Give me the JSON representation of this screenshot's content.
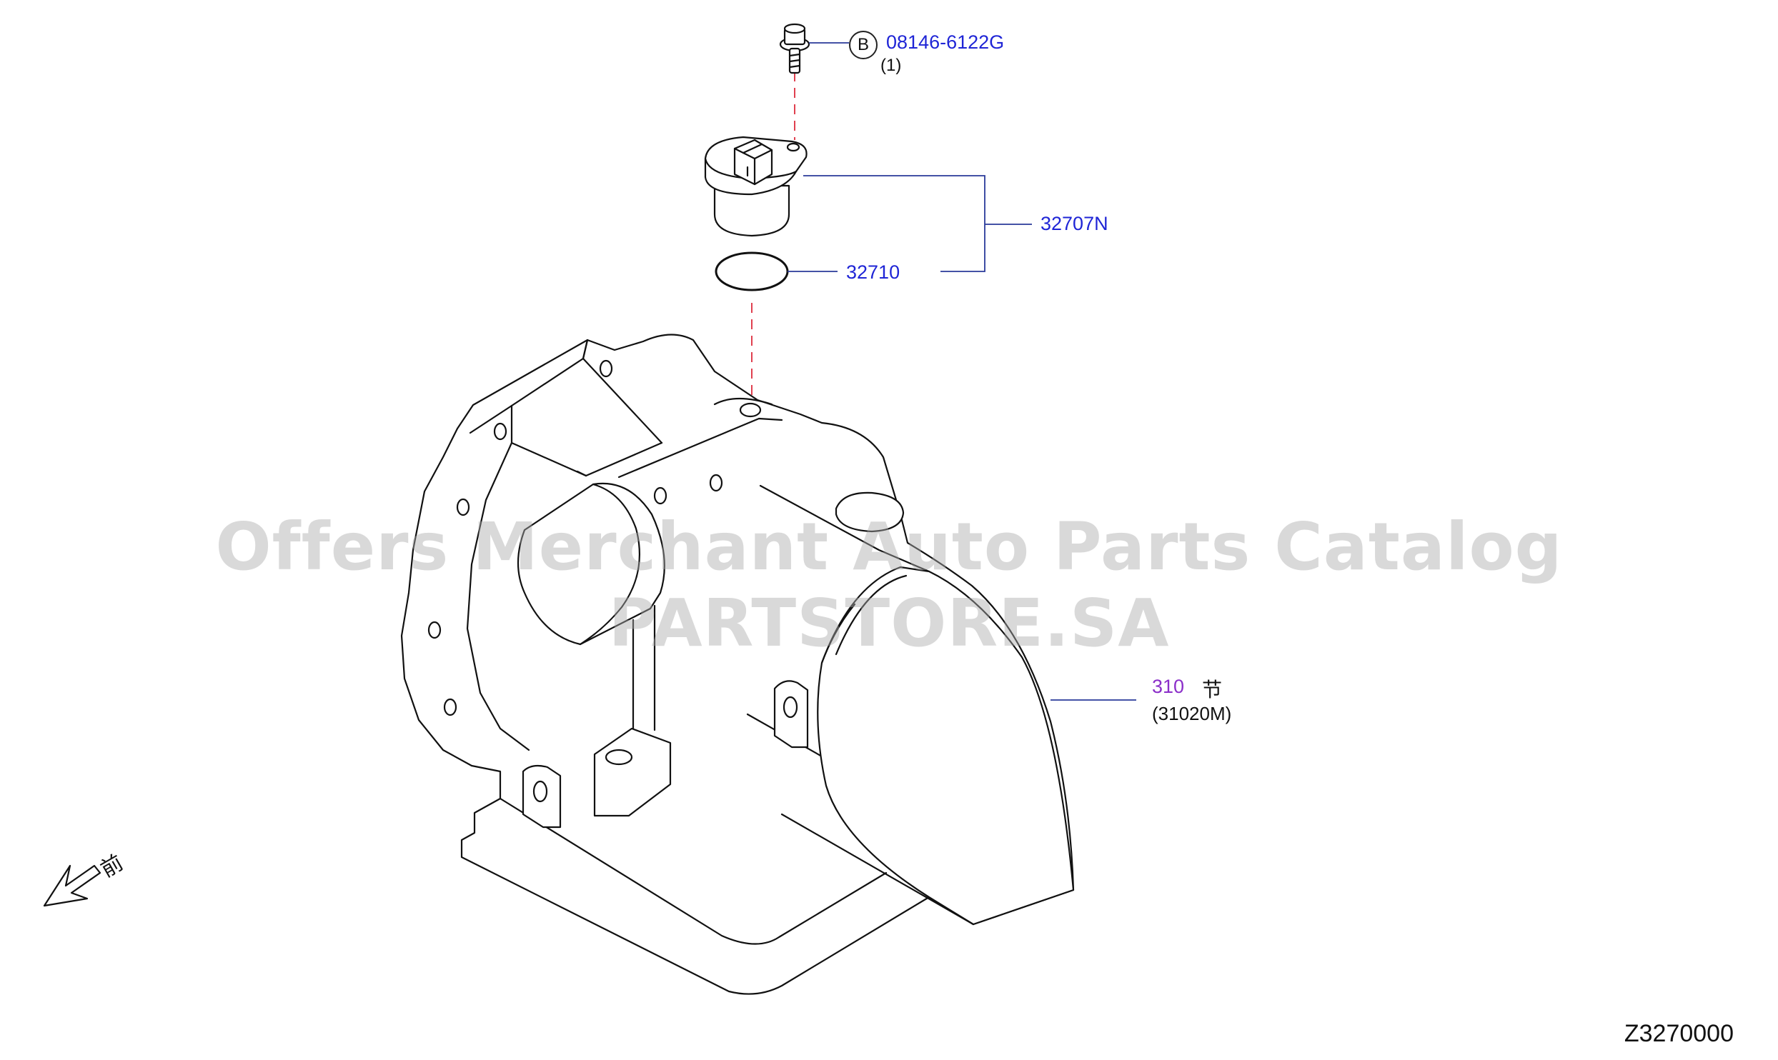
{
  "watermark": "Offers Merchant Auto Parts Catalog PARTSTORE.SA",
  "diagram_code": "Z3270000",
  "front_label": "前",
  "callouts": {
    "bolt": {
      "symbol": "B",
      "part_number": "08146-6122G",
      "quantity": "(1)"
    },
    "sensor_assembly": {
      "part_number": "32707N"
    },
    "o_ring": {
      "part_number": "32710"
    },
    "transmission": {
      "part_number": "310",
      "note": "节",
      "sub_number": "(31020M)"
    }
  },
  "colors": {
    "part_number": "#1f25d6",
    "section_number": "#8b2fc9",
    "leader": "#2a3a9a",
    "alignment_dash": "#e0404f"
  }
}
